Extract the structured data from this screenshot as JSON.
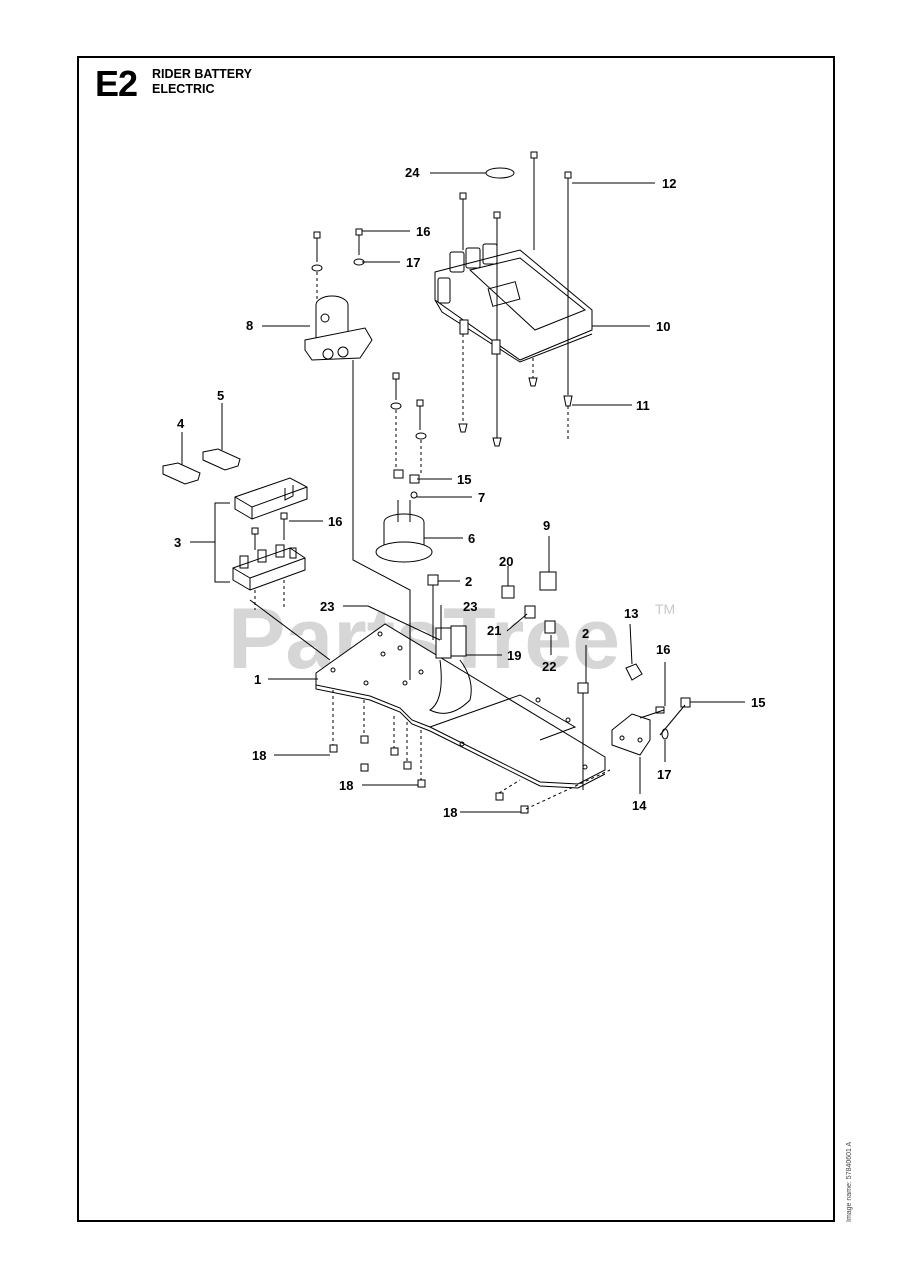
{
  "header": {
    "code": "E2",
    "title_line1": "RIDER BATTERY",
    "title_line2": "ELECTRIC"
  },
  "watermark": {
    "text": "PartsTree",
    "mark": "TM"
  },
  "side_text": "Image name: 57840601 A",
  "callouts": {
    "c1": "1",
    "c2a": "2",
    "c2b": "2",
    "c3": "3",
    "c4": "4",
    "c5": "5",
    "c6": "6",
    "c7": "7",
    "c8": "8",
    "c9": "9",
    "c10": "10",
    "c11": "11",
    "c12": "12",
    "c13": "13",
    "c14": "14",
    "c15a": "15",
    "c15b": "15",
    "c16a": "16",
    "c16b": "16",
    "c16c": "16",
    "c17a": "17",
    "c17b": "17",
    "c18a": "18",
    "c18b": "18",
    "c18c": "18",
    "c19": "19",
    "c20": "20",
    "c21": "21",
    "c22": "22",
    "c23a": "23",
    "c23b": "23",
    "c24": "24"
  }
}
